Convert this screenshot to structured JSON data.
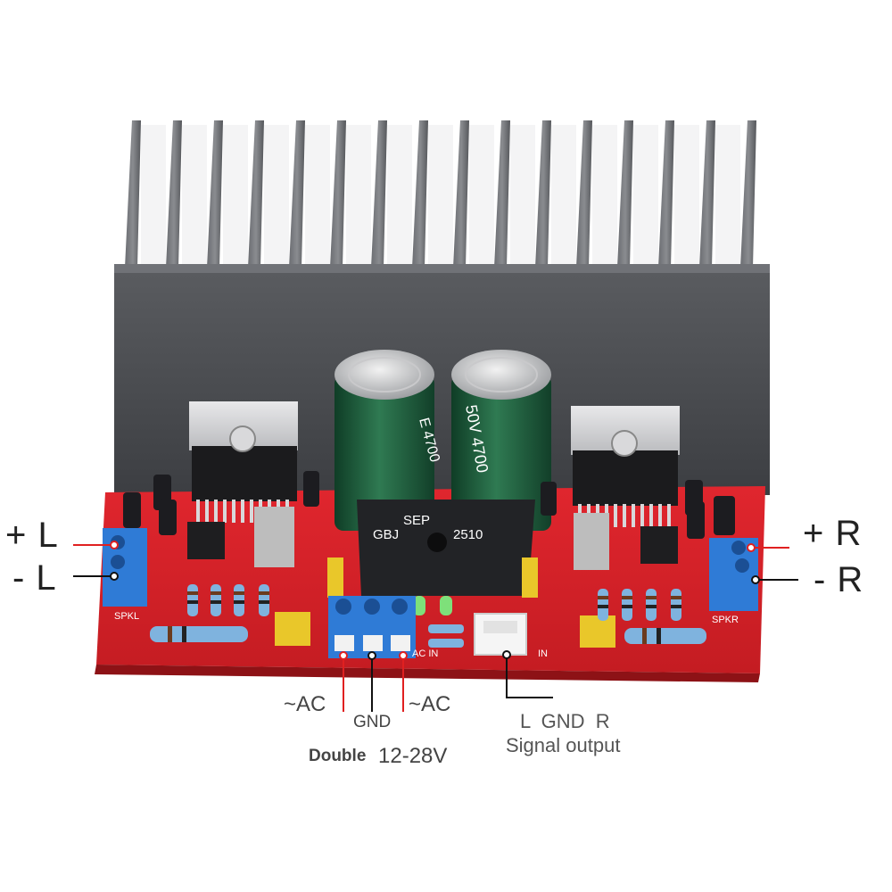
{
  "connectors": {
    "plus_left": "+ L",
    "minus_left": "- L",
    "plus_right": "+ R",
    "minus_right": "- R"
  },
  "power": {
    "ac_left": "~AC",
    "ac_right": "~AC",
    "gnd": "GND",
    "double": "Double",
    "voltage": "12-28V"
  },
  "signal": {
    "pins": "L  GND  R",
    "caption": "Signal output"
  },
  "board_markings": {
    "bridge_model": "GBJ",
    "bridge_number": "2510",
    "bridge_brand": "SEP",
    "spk_left": "SPKL",
    "spk_right": "SPKR",
    "ac_in": "AC  IN",
    "in": "IN",
    "cap_left": "E 4700",
    "cap_right": "50V 4700"
  },
  "colors": {
    "heatsink": "#4a4c50",
    "pcb": "#d8232a",
    "terminal": "#2f7bd6",
    "capacitor": "#1e5b3a",
    "wire_red": "#e02020",
    "wire_black": "#111111"
  }
}
